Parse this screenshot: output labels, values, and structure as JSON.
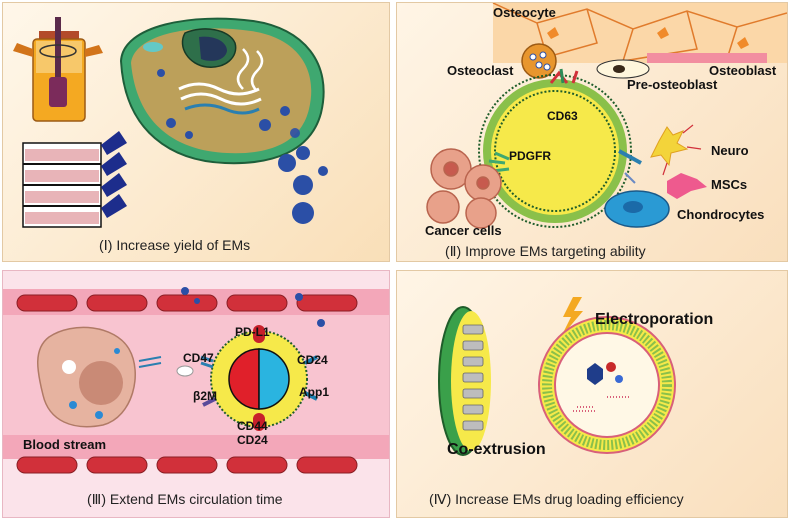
{
  "panels": {
    "p1": {
      "caption": "(Ⅰ) Increase yield of  EMs",
      "bg": "#fbe7c6"
    },
    "p2": {
      "caption": "(Ⅱ) Improve EMs targeting ability",
      "labels": {
        "osteocyte": "Osteocyte",
        "osteoclast": "Osteoclast",
        "osteoblast": "Osteoblast",
        "pre_osteoblast": "Pre-osteoblast",
        "cd63": "CD63",
        "pdgfr": "PDGFR",
        "neuro": "Neuro",
        "mscs": "MSCs",
        "chondrocytes": "Chondrocytes",
        "cancer_cells": "Cancer cells"
      },
      "bg": "#fbe7c6"
    },
    "p3": {
      "caption": "(Ⅲ) Extend EMs circulation time",
      "labels": {
        "pd_l1": "PD-L1",
        "cd47": "CD47",
        "cd24_right": "CD24",
        "b2m": "β2M",
        "app1": "App1",
        "cd44": "CD44",
        "cd24_bottom": "CD24",
        "blood_stream": "Blood stream"
      },
      "bg": "#f8d2dc"
    },
    "p4": {
      "caption": "(Ⅳ) Increase EMs drug loading efficiency",
      "labels": {
        "electroporation": "Electroporation",
        "co_extrusion": "Co-extrusion"
      },
      "bg": "#fbe7c6"
    }
  },
  "colors": {
    "vesicle_yellow": "#f6e94a",
    "vesicle_ring": "#1f5d2a",
    "cell_green": "#3fa870",
    "cell_body": "#bca05a",
    "red_cell": "#d1303a",
    "exosome_blue": "#2b4fa6"
  }
}
